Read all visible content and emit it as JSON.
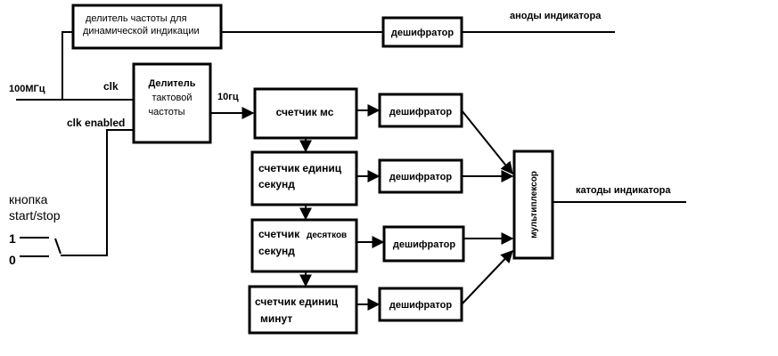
{
  "blocks": {
    "divider_dyn": [
      "делитель частоты для",
      "динамической индикации"
    ],
    "decoder_top": "дешифратор",
    "clk_divider": [
      "Делитель",
      "тактовой",
      "частоты"
    ],
    "counter_ms": "счетчик мс",
    "counter_sec_units": [
      "счетчик единиц",
      "секунд"
    ],
    "counter_sec_tens": [
      "счетчик",
      "десятков",
      "секунд"
    ],
    "counter_min_units": [
      "счетчик единиц",
      "минут"
    ],
    "decoder": "дешифратор",
    "multiplexer": "мультиплексор"
  },
  "labels": {
    "anodes": "аноды индикатора",
    "cathodes": "катоды индикатора",
    "freq_in": "100МГц",
    "clk": "clk",
    "clk_enabled": "clk enabled",
    "freq_out": "10гц",
    "button": [
      "кнопка",
      "start/stop"
    ],
    "switch_1": "1",
    "switch_0": "0"
  }
}
